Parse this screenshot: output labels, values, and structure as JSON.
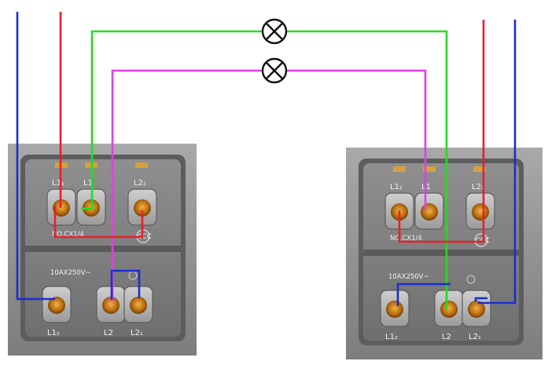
{
  "colors": {
    "live": "#e8202a",
    "neutral": "#1a2fd0",
    "traveler_green": "#22dd1e",
    "traveler_magenta": "#e33ee8",
    "terminal": "#c47a18",
    "plate": "#8c8c8c"
  },
  "lamps": [
    {
      "symbol": "lamp-cross-icon"
    },
    {
      "symbol": "lamp-cross-icon"
    }
  ],
  "left_switch": {
    "terminal_labels": {
      "l11": "L1₁",
      "l1": "L1",
      "l22": "L2₂",
      "l12": "L1₂",
      "l2": "L2",
      "l21": "L2₁"
    },
    "model": "NO.CX1/4",
    "rating": "10AX250V~",
    "mark": "CCC"
  },
  "right_switch": {
    "terminal_labels": {
      "l11": "L1₁",
      "l1": "L1",
      "l22": "L2₂",
      "l12": "L1₂",
      "l2": "L2",
      "l21": "L2₁"
    },
    "model": "NO.CX1/4",
    "rating": "10AX250V~",
    "mark": "CCC"
  }
}
